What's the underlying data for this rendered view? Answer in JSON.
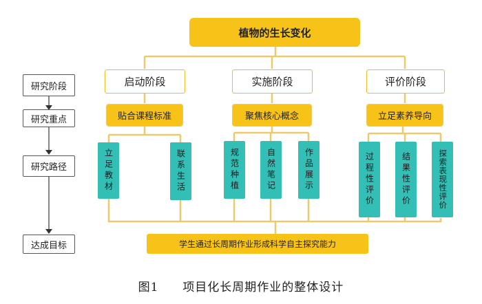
{
  "root": "植物的生长变化",
  "stages": [
    {
      "label": "启动阶段",
      "focus": "贴合课程标准",
      "items": [
        "立足教材",
        "联系生活"
      ]
    },
    {
      "label": "实施阶段",
      "focus": "聚焦核心概念",
      "items": [
        "规范种植",
        "自然笔记",
        "作品展示"
      ]
    },
    {
      "label": "评价阶段",
      "focus": "立足素养导向",
      "items": [
        "过程性评价",
        "结果性评价",
        "探索表现性评价"
      ]
    }
  ],
  "goal": "学生通过长周期作业形成科学自主探究能力",
  "side_labels": [
    "研究阶段",
    "研究重点",
    "研究路径",
    "达成目标"
  ],
  "caption": {
    "figure_no": "图1",
    "title": "项目化长周期作业的整体设计"
  },
  "colors": {
    "accent": "#f7c318",
    "leaf": "#34bfb6",
    "connector": "#ecc96a"
  }
}
